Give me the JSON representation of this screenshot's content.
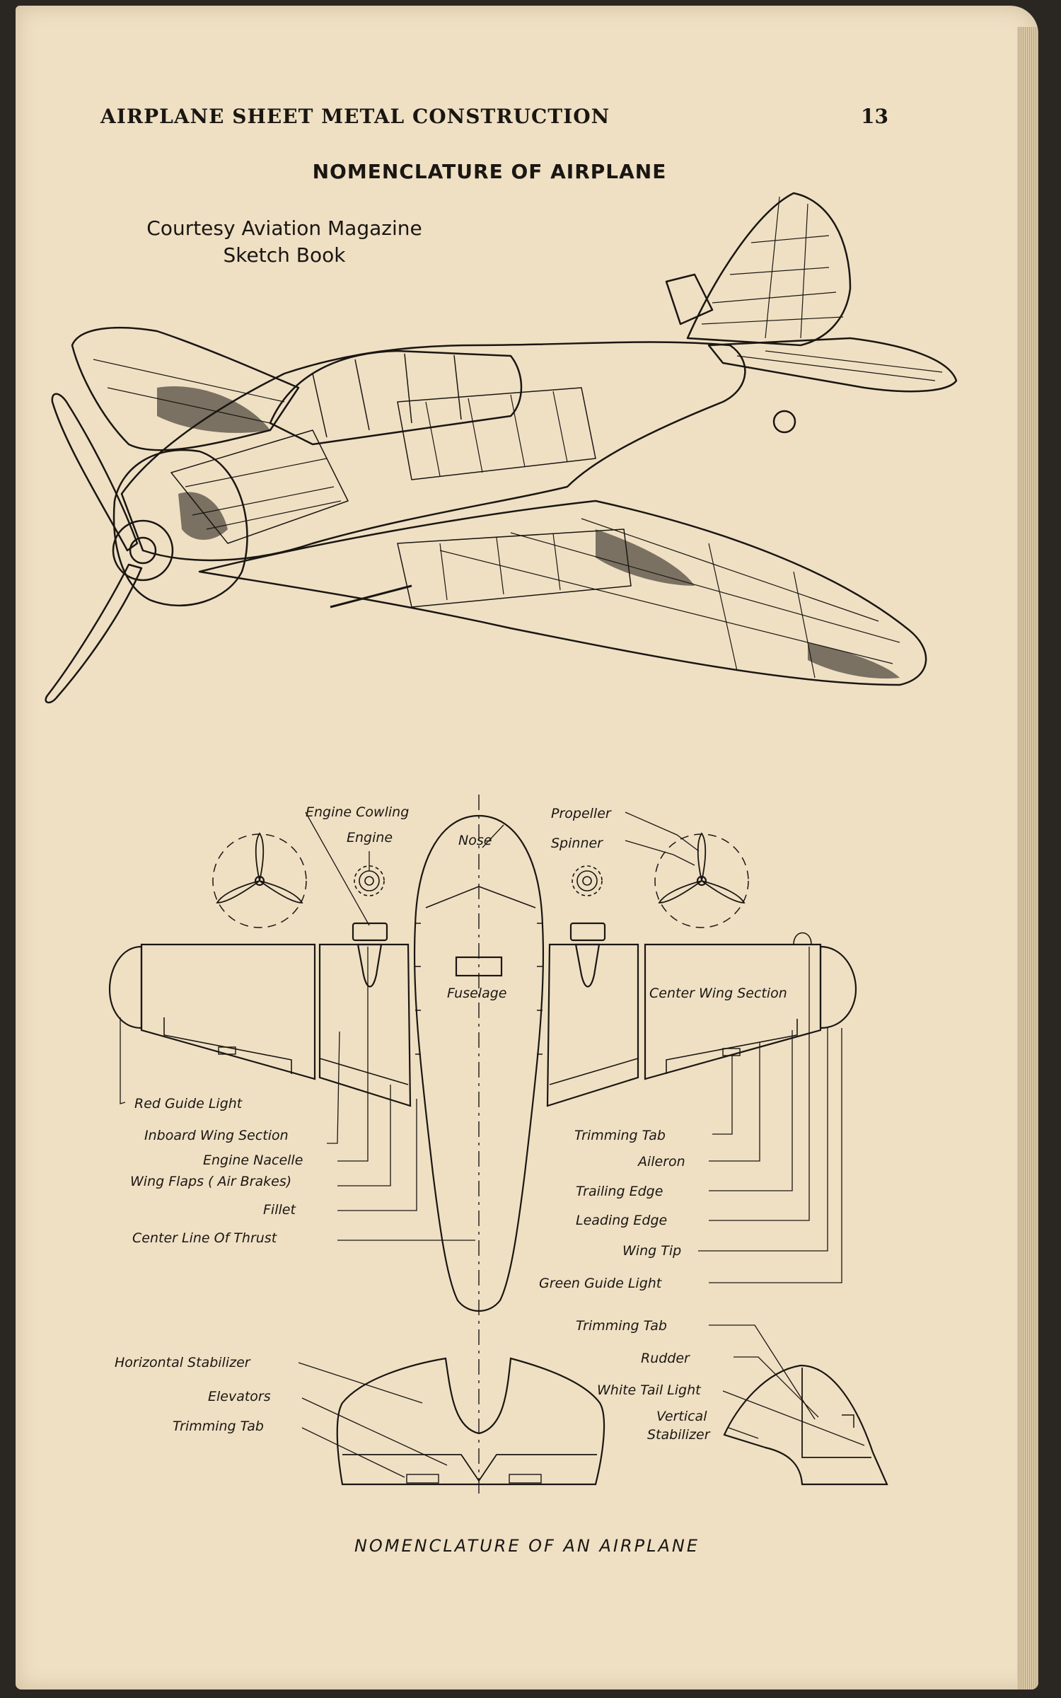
{
  "header": {
    "running_head": "AIRPLANE SHEET METAL CONSTRUCTION",
    "page_number": "13"
  },
  "figure": {
    "title": "NOMENCLATURE OF AIRPLANE",
    "credit_line1": "Courtesy Aviation Magazine",
    "credit_line2": "Sketch Book",
    "caption": "NOMENCLATURE OF AN AIRPLANE"
  },
  "labels": {
    "engine_cowling": "Engine Cowling",
    "engine": "Engine",
    "nose": "Nose",
    "propeller": "Propeller",
    "spinner": "Spinner",
    "fuselage": "Fuselage",
    "center_wing_section": "Center Wing Section",
    "red_guide_light": "Red Guide Light",
    "inboard_wing_section": "Inboard Wing Section",
    "engine_nacelle": "Engine Nacelle",
    "wing_flaps": "Wing Flaps ( Air Brakes)",
    "fillet": "Fillet",
    "center_line_of_thrust": "Center Line Of Thrust",
    "trimming_tab_wing": "Trimming Tab",
    "aileron": "Aileron",
    "trailing_edge": "Trailing Edge",
    "leading_edge": "Leading Edge",
    "wing_tip": "Wing Tip",
    "green_guide_light": "Green Guide Light",
    "trimming_tab_rudder": "Trimming Tab",
    "rudder": "Rudder",
    "white_tail_light": "White Tail Light",
    "vertical": "Vertical",
    "stabilizer": "Stabilizer",
    "horizontal_stabilizer": "Horizontal Stabilizer",
    "elevators": "Elevators",
    "trimming_tab_elevator": "Trimming Tab"
  }
}
